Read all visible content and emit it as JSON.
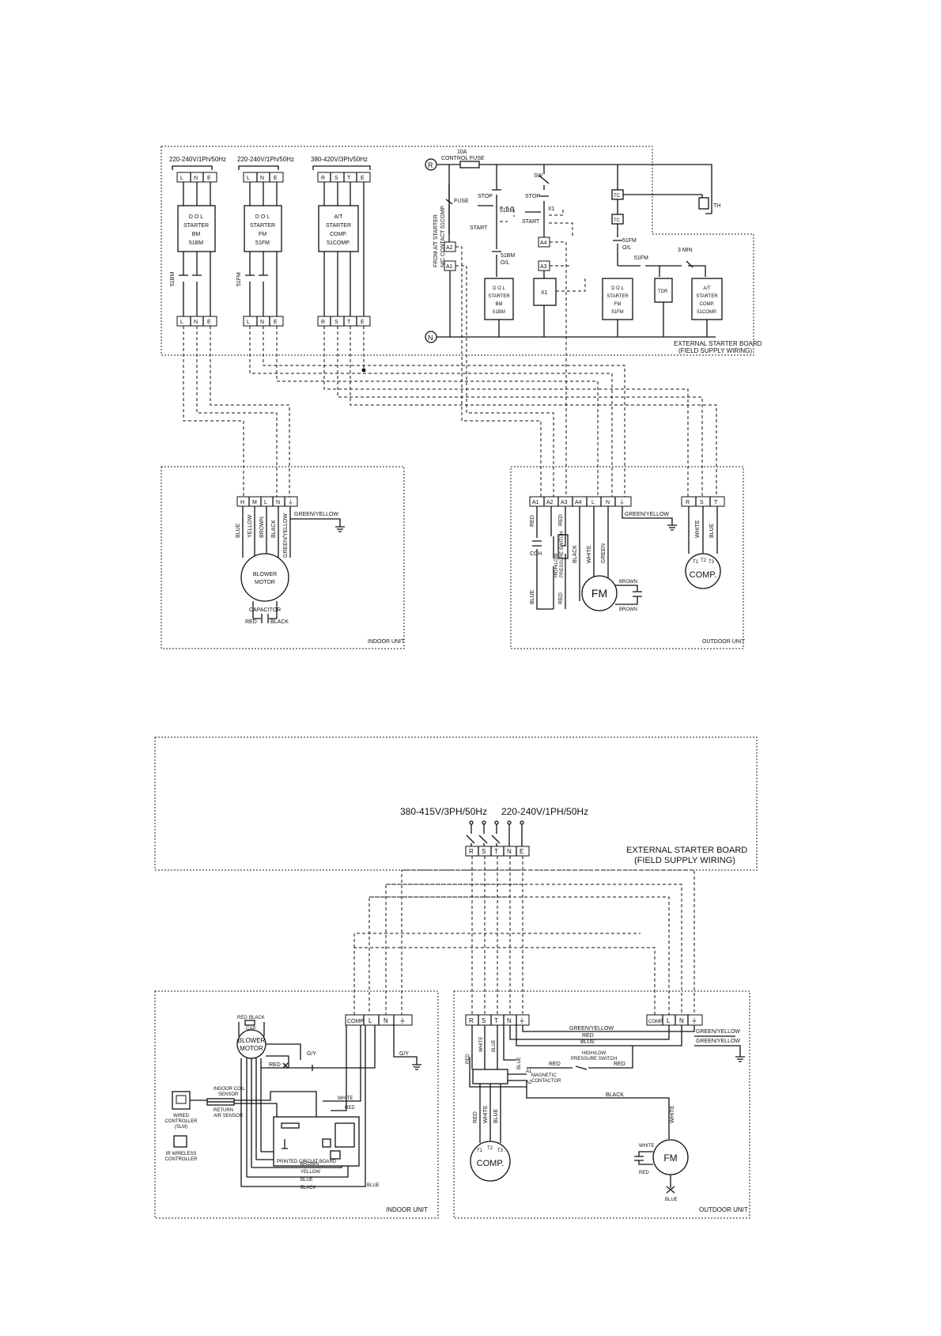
{
  "top": {
    "supply": {
      "bm": "220-240V/1Ph/50Hz",
      "fm": "220-240V/1Ph/50Hz",
      "comp": "380-420V/3Ph/50Hz"
    },
    "terminals": {
      "lne": [
        "L",
        "N",
        "E"
      ],
      "rste": [
        "R",
        "S",
        "T",
        "E"
      ]
    },
    "starters": {
      "bm": [
        "D O L",
        "STARTER",
        "BM",
        "51BM"
      ],
      "fm": [
        "D O L",
        "STARTER",
        "FM",
        "51FM"
      ],
      "comp": [
        "A/T",
        "STARTER",
        "COMP.",
        "51COMP."
      ]
    },
    "contact_labels": {
      "bm": "51BM",
      "fm": "51FM"
    },
    "control": {
      "r": "R",
      "n": "N",
      "fuse_rating": "10A",
      "control_fuse": "CONTROL FUSE",
      "fuse": "FUSE",
      "stop1": "STOP",
      "stop2": "STOP",
      "start1": "START",
      "start2": "START",
      "sw": "SW",
      "c51bm": "51BM",
      "x1": "X1",
      "tc1": "TC",
      "tc2": "TC",
      "th": "TH",
      "from_at_1": "FROM A/T STARTER",
      "from_at_2": "N/C CONTACT 51COMP.",
      "a1": "A1",
      "a2": "A2",
      "a3": "A3",
      "a4": "A4",
      "ol_bm_1": "51BM",
      "ol_bm_2": "O/L",
      "ol_fm_1": "51FM",
      "ol_fm_2": "O/L",
      "c51fm": "51FM",
      "min3": "3 MIN",
      "tdr": "TDR",
      "x1_coil": "X1",
      "ctl_bm": [
        "D O L",
        "STARTER",
        "BM",
        "51BM"
      ],
      "ctl_fm": [
        "D O L",
        "STARTER",
        "FM",
        "51FM"
      ],
      "ctl_comp": [
        "A/T",
        "STARTER",
        "COMP.",
        "51COMP."
      ],
      "esb_1": "EXTERNAL STARTER BOARD",
      "esb_2": "(FIELD SUPPLY WIRING)"
    },
    "indoor": {
      "terminals": [
        "H",
        "M",
        "L",
        "N",
        "⏚"
      ],
      "wires": [
        "BLUE",
        "YELLOW",
        "BROWN",
        "BLACK",
        "GREEN/YELLOW"
      ],
      "gy": "GREEN/YELLOW",
      "motor": [
        "BLOWER",
        "MOTOR"
      ],
      "capacitor": "CAPACITOR",
      "red": "RED",
      "black": "BLACK",
      "label": "INDOOR UNIT"
    },
    "outdoor": {
      "terminals": [
        "A1",
        "A2",
        "A3",
        "A4",
        "L",
        "N",
        "⏚"
      ],
      "terminals2": [
        "R",
        "S",
        "T"
      ],
      "w_red1": "RED",
      "w_red2": "RED",
      "w_blue": "BLUE",
      "w_red3": "RED",
      "cch": "CCH",
      "hp_1": "HIGH/LOW",
      "hp_2": "PRESSURE SWITCH",
      "black": "BLACK",
      "white": "WHITE",
      "green": "GREEN",
      "gy": "GREEN/YELLOW",
      "white2": "WHITE",
      "blue2": "BLUE",
      "fm": "FM",
      "brown1": "BROWN",
      "brown2": "BROWN",
      "comp": "COMP.",
      "t1": "T1",
      "t2": "T2",
      "t3": "T3",
      "label": "OUTDOOR UNIT"
    }
  },
  "bottom": {
    "supply_3ph": "380-415V/3PH/50Hz",
    "supply_1ph": "220-240V/1PH/50Hz",
    "terminals": [
      "R",
      "S",
      "T",
      "N",
      "E"
    ],
    "esb_1": "EXTERNAL STARTER BOARD",
    "esb_2": "(FIELD SUPPLY WIRING)",
    "indoor": {
      "terminals": [
        "COMP",
        "L",
        "N",
        "⏚"
      ],
      "red": "RED",
      "black": "BLACK",
      "cap": "CAP",
      "motor": [
        "BLOWER",
        "MOTOR"
      ],
      "gy": "G/Y",
      "gy2": "G/Y",
      "red2": "RED",
      "coil_1": "INDOOR COIL",
      "coil_2": "SENSOR",
      "ret_1": "RETURN",
      "ret_2": "AIR SENSOR",
      "wired_1": "WIRED",
      "wired_2": "CONTROLLER",
      "wired_3": "(SLM)",
      "ir_1": "IR WIRELESS",
      "ir_2": "CONTROLLER",
      "white": "WHITE",
      "red3": "RED",
      "pcb": "PRINTED CIRCUIT BOARD",
      "w_brown": "BROWN",
      "w_yellow": "YELLOW",
      "w_blue": "BLUE",
      "w_black": "BLACK",
      "w_blue2": "BLUE",
      "label": "INDOOR UNIT"
    },
    "outdoor": {
      "terminals": [
        "R",
        "S",
        "T",
        "N",
        "⏚"
      ],
      "terminals2": [
        "COMP",
        "L",
        "N",
        "⏚"
      ],
      "gy1": "GREEN/YELLOW",
      "red1": "RED",
      "blue1": "BLUE",
      "gy2": "GREEN/YELLOW",
      "gy3": "GREEN/YELLOW",
      "hp_1": "HIGH/LOW",
      "hp_2": "PRESSURE SWITCH",
      "red2": "RED",
      "red3": "RED",
      "mc_1": "MAGNETIC",
      "mc_2": "CONTACTOR",
      "a1": "A1",
      "a2": "A2",
      "black": "BLACK",
      "wires": [
        "RED",
        "WHITE",
        "BLUE"
      ],
      "blue_v": "BLUE",
      "white_v": "WHITE",
      "comp": "COMP.",
      "t1": "T1",
      "t2": "T2",
      "t3": "T3",
      "fm": "FM",
      "white2": "WHITE",
      "red4": "RED",
      "blue3": "BLUE",
      "label": "OUTDOOR UNIT"
    }
  }
}
